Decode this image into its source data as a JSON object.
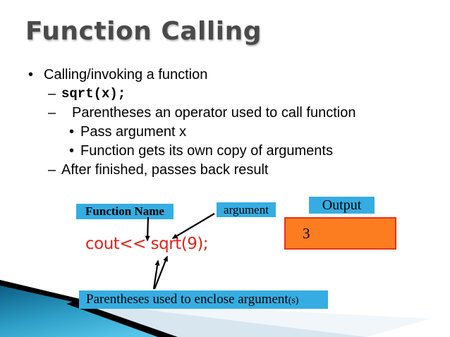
{
  "title": "Function Calling",
  "bullets": {
    "item1": {
      "marker": "•",
      "text": "Calling/invoking a function"
    },
    "item2": {
      "marker": "–",
      "text": "sqrt(x);"
    },
    "item3": {
      "marker": "–",
      "text": "Parentheses an operator used to call function"
    },
    "item4": {
      "marker": "•",
      "text": "Pass argument x"
    },
    "item5": {
      "marker": "•",
      "text": "Function gets its own copy of arguments"
    },
    "item6": {
      "marker": "–",
      "text": "After finished, passes back result"
    }
  },
  "diagram": {
    "function_name_label": "Function Name",
    "argument_label": "argument",
    "output_label": "Output",
    "output_value": "3",
    "code": "cout<< sqrt(9);",
    "caption_main": "Parentheses used to enclose argument",
    "caption_small": "(s)"
  },
  "colors": {
    "title_gray": "#4a4a4a",
    "label_bg": "#35ade2",
    "orange_bg": "#fb7d20",
    "orange_border": "#ea3311",
    "code_red": "#e5221a"
  }
}
